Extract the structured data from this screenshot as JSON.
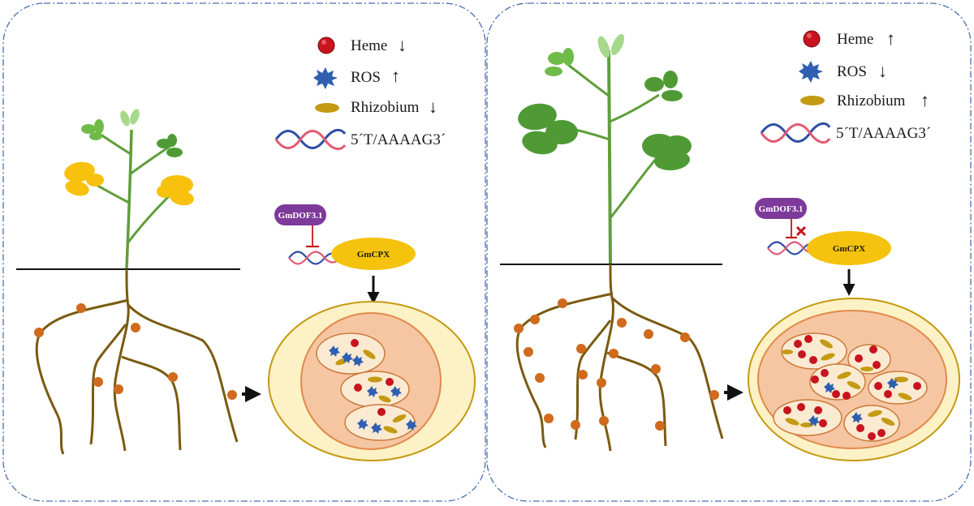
{
  "panels": [
    {
      "id": "left",
      "legend": [
        {
          "icon": "heme-icon",
          "label": "Heme",
          "arrow": "↓"
        },
        {
          "icon": "ros-icon",
          "label": "ROS",
          "arrow": "↑"
        },
        {
          "icon": "rhizobium-icon",
          "label": "Rhizobium",
          "arrow": "↓"
        },
        {
          "icon": "dna-icon",
          "label": "5´T/AAAAG3´",
          "arrow": ""
        }
      ],
      "repressor": "GmDOF3.1",
      "target": "GmCPX",
      "binding": "repressed"
    },
    {
      "id": "right",
      "legend": [
        {
          "icon": "heme-icon",
          "label": "Heme",
          "arrow": "↑"
        },
        {
          "icon": "ros-icon",
          "label": "ROS",
          "arrow": "↓"
        },
        {
          "icon": "rhizobium-icon",
          "label": "Rhizobium",
          "arrow": "↑"
        },
        {
          "icon": "dna-icon",
          "label": "5´T/AAAAG3´",
          "arrow": ""
        }
      ],
      "repressor": "GmDOF3.1",
      "target": "GmCPX",
      "binding": "blocked"
    }
  ],
  "colors": {
    "heme": "#c8141e",
    "ros": "#2f5fb0",
    "rhizobium": "#c49a12",
    "yellow_leaf": "#f7c10e",
    "green_leaf": "#4f9a35",
    "light_green_leaf": "#a7d98a",
    "stem": "#5f9e3a",
    "root": "#7a5a10",
    "nodule": "#d06a1c",
    "repressor": "#7d3a9a",
    "target": "#f5c20e",
    "border": "#4a6fae"
  }
}
